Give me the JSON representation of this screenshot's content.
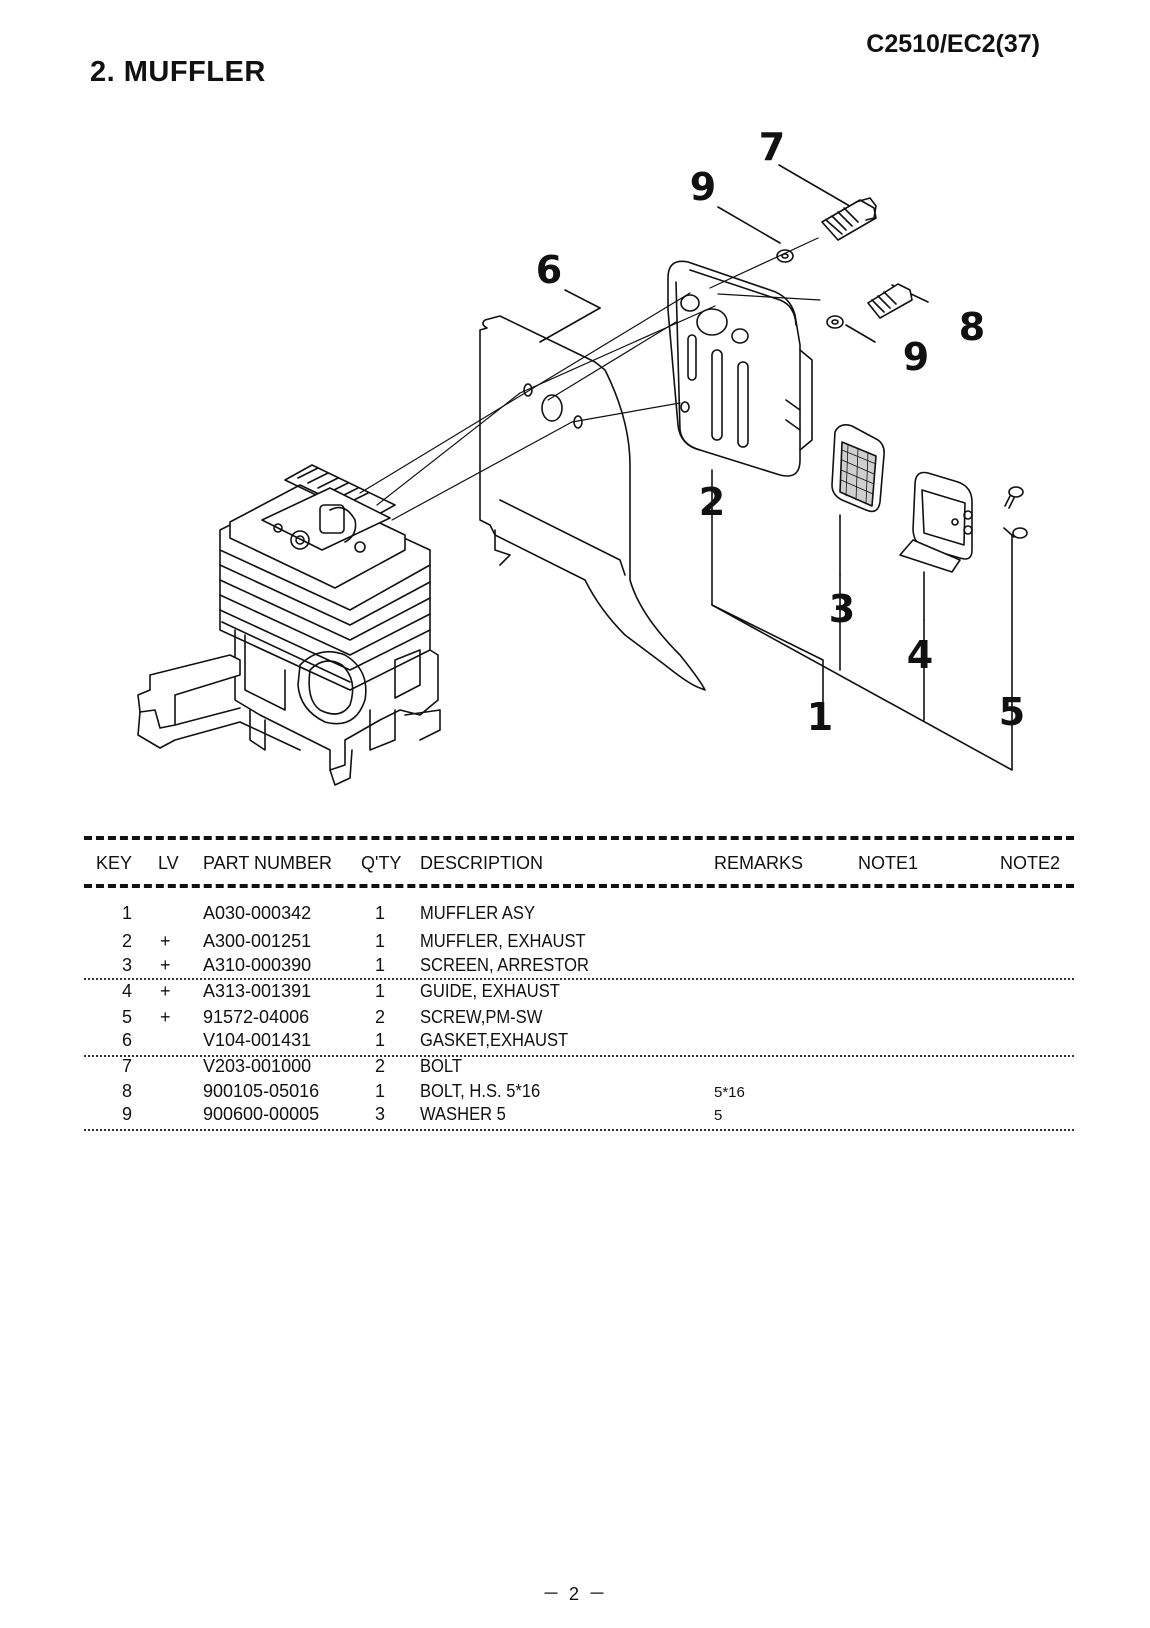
{
  "header": {
    "model_code": "C2510/EC2(37)",
    "section_title": "2. MUFFLER"
  },
  "diagram": {
    "callouts": [
      "7",
      "9",
      "6",
      "8",
      "9",
      "2",
      "3",
      "4",
      "1",
      "5"
    ]
  },
  "table": {
    "columns": {
      "key": "KEY",
      "lv": "LV",
      "part_number": "PART NUMBER",
      "qty": "Q'TY",
      "description": "DESCRIPTION",
      "remarks": "REMARKS",
      "note1": "NOTE1",
      "note2": "NOTE2"
    },
    "rows": [
      {
        "key": "1",
        "lv": "",
        "part": "A030-000342",
        "qty": "1",
        "desc": "MUFFLER ASY",
        "remarks": ""
      },
      {
        "key": "2",
        "lv": "+",
        "part": "A300-001251",
        "qty": "1",
        "desc": "MUFFLER, EXHAUST",
        "remarks": ""
      },
      {
        "key": "3",
        "lv": "+",
        "part": "A310-000390",
        "qty": "1",
        "desc": "SCREEN, ARRESTOR",
        "remarks": ""
      },
      {
        "key": "4",
        "lv": "+",
        "part": "A313-001391",
        "qty": "1",
        "desc": "GUIDE, EXHAUST",
        "remarks": ""
      },
      {
        "key": "5",
        "lv": "+",
        "part": "91572-04006",
        "qty": "2",
        "desc": "SCREW,PM-SW",
        "remarks": ""
      },
      {
        "key": "6",
        "lv": "",
        "part": "V104-001431",
        "qty": "1",
        "desc": "GASKET,EXHAUST",
        "remarks": ""
      },
      {
        "key": "7",
        "lv": "",
        "part": "V203-001000",
        "qty": "2",
        "desc": "BOLT",
        "remarks": ""
      },
      {
        "key": "8",
        "lv": "",
        "part": "900105-05016",
        "qty": "1",
        "desc": "BOLT, H.S.  5*16",
        "remarks": "5*16"
      },
      {
        "key": "9",
        "lv": "",
        "part": "900600-00005",
        "qty": "3",
        "desc": "WASHER  5",
        "remarks": "5"
      }
    ]
  },
  "footer": {
    "page_number": "－ 2 －"
  }
}
